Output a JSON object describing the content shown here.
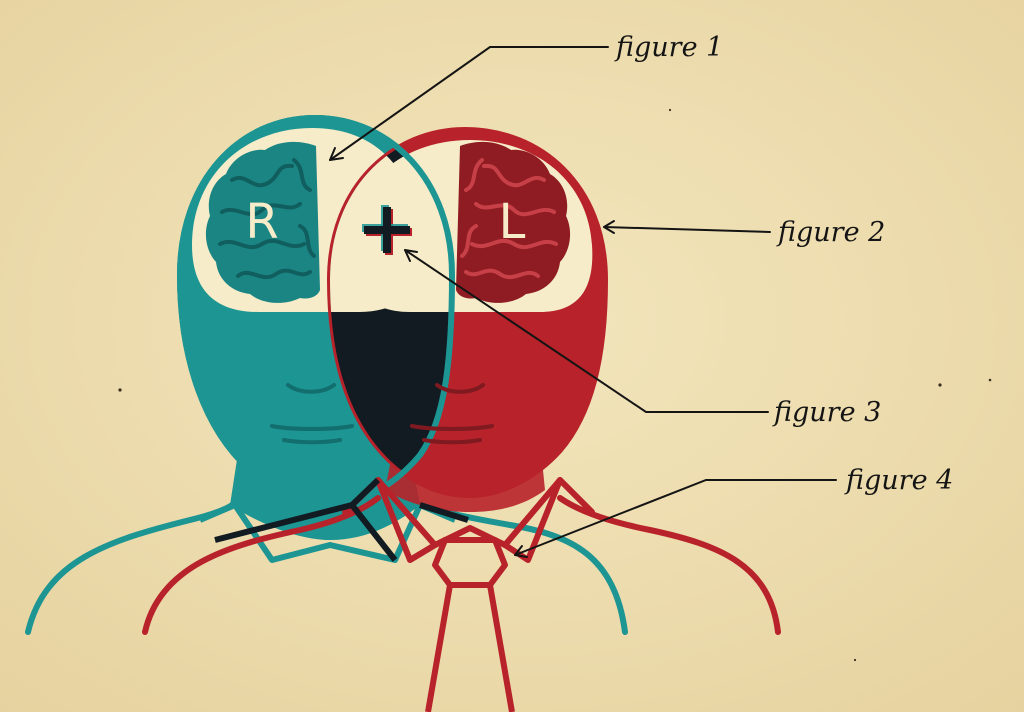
{
  "colors": {
    "paper": "#efe0b3",
    "teal": "#1c9593",
    "teal_dark": "#136e6e",
    "red": "#b8222a",
    "red_dark": "#7e1a20",
    "overlap": "#121a22",
    "cream": "#f6ecc9",
    "ink": "#141414"
  },
  "heads": {
    "right_letter": "R",
    "plus": "+",
    "left_letter": "L"
  },
  "callouts": [
    {
      "id": "figure-1",
      "label": "figure 1"
    },
    {
      "id": "figure-2",
      "label": "figure 2"
    },
    {
      "id": "figure-3",
      "label": "figure 3"
    },
    {
      "id": "figure-4",
      "label": "figure 4"
    }
  ],
  "icons": [
    "teal-brain-icon",
    "red-brain-icon",
    "plus-icon",
    "tie-icon"
  ]
}
